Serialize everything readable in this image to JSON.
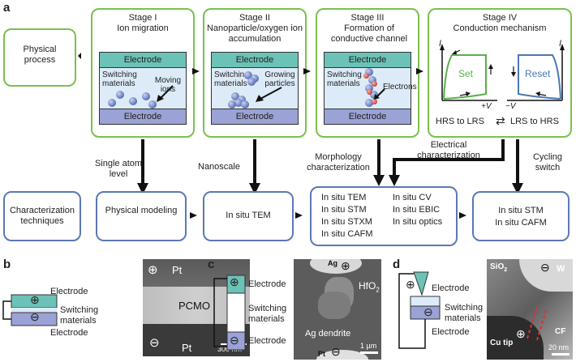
{
  "panel_labels": {
    "a": "a",
    "b": "b",
    "c": "c",
    "d": "d"
  },
  "physical_process": "Physical process",
  "stages": [
    {
      "title": "Stage I",
      "subtitle": "Ion migration",
      "electrode_top": "Electrode",
      "electrode_bottom": "Electrode",
      "materials": "Switching materials",
      "note": "Moving ions"
    },
    {
      "title": "Stage II",
      "subtitle": "Nanoparticle/oxygen ion accumulation",
      "electrode_top": "Electrode",
      "electrode_bottom": "Electrode",
      "materials": "Switching materials",
      "note": "Growing particles"
    },
    {
      "title": "Stage III",
      "subtitle": "Formation of conductive channel",
      "electrode_top": "Electrode",
      "electrode_bottom": "Electrode",
      "materials": "Switching materials",
      "note": "Electrons"
    },
    {
      "title": "Stage IV",
      "subtitle": "Conduction mechanism",
      "set": "Set",
      "reset": "Reset",
      "axis_i": "I",
      "axis_v_pos": "+V",
      "axis_v_neg": "−V",
      "hrs_lrs": "HRS to LRS",
      "swap": "⇄",
      "lrs_hrs": "LRS to HRS"
    }
  ],
  "arrow_labels": {
    "single_atom": "Single atom level",
    "nanoscale": "Nanoscale",
    "morphology": "Morphology characterization",
    "electrical": "Electrical characterization",
    "cycling": "Cycling switch"
  },
  "bottom_row": {
    "characterization": "Characterization techniques",
    "physical_modeling": "Physical modeling",
    "in_situ_tem": "In situ TEM",
    "methods_left": [
      "In situ TEM",
      "In situ STM",
      "In situ STXM",
      "In situ CAFM"
    ],
    "methods_right": [
      "In situ CV",
      "In situ EBIC",
      "In situ optics"
    ],
    "stm_cafm": [
      "In situ STM",
      "In situ CAFM"
    ]
  },
  "panel_b": {
    "electrode_top": "Electrode",
    "materials": "Switching materials",
    "electrode_bottom": "Electrode",
    "plus": "⊕",
    "minus": "⊖",
    "pt_top": "Pt",
    "pcmo": "PCMO",
    "pt_bottom": "Pt",
    "scale": "300 nm"
  },
  "panel_c": {
    "electrode_top": "Electrode",
    "materials": "Switching materials",
    "electrode_bottom": "Electrode",
    "plus": "⊕",
    "minus": "⊖",
    "ag": "Ag",
    "hfo2": "HfO",
    "hfo2_sub": "2",
    "dendrite": "Ag dendrite",
    "pt": "Pt",
    "scale": "1 µm"
  },
  "panel_d": {
    "electrode_top": "Electrode",
    "materials": "Switching materials",
    "electrode_bottom": "Electrode",
    "plus": "⊕",
    "minus": "⊖",
    "sio2": "SiO",
    "sio2_sub": "2",
    "w": "W",
    "cf": "CF",
    "cu_tip": "Cu tip",
    "scale": "20 nm"
  },
  "colors": {
    "green_border": "#7cbf4f",
    "blue_border": "#5a79b6",
    "electrode_teal": "#6cc2b6",
    "electrode_purple": "#9aa2d6",
    "set_green": "#58b04a",
    "reset_blue": "#4a78b5"
  }
}
